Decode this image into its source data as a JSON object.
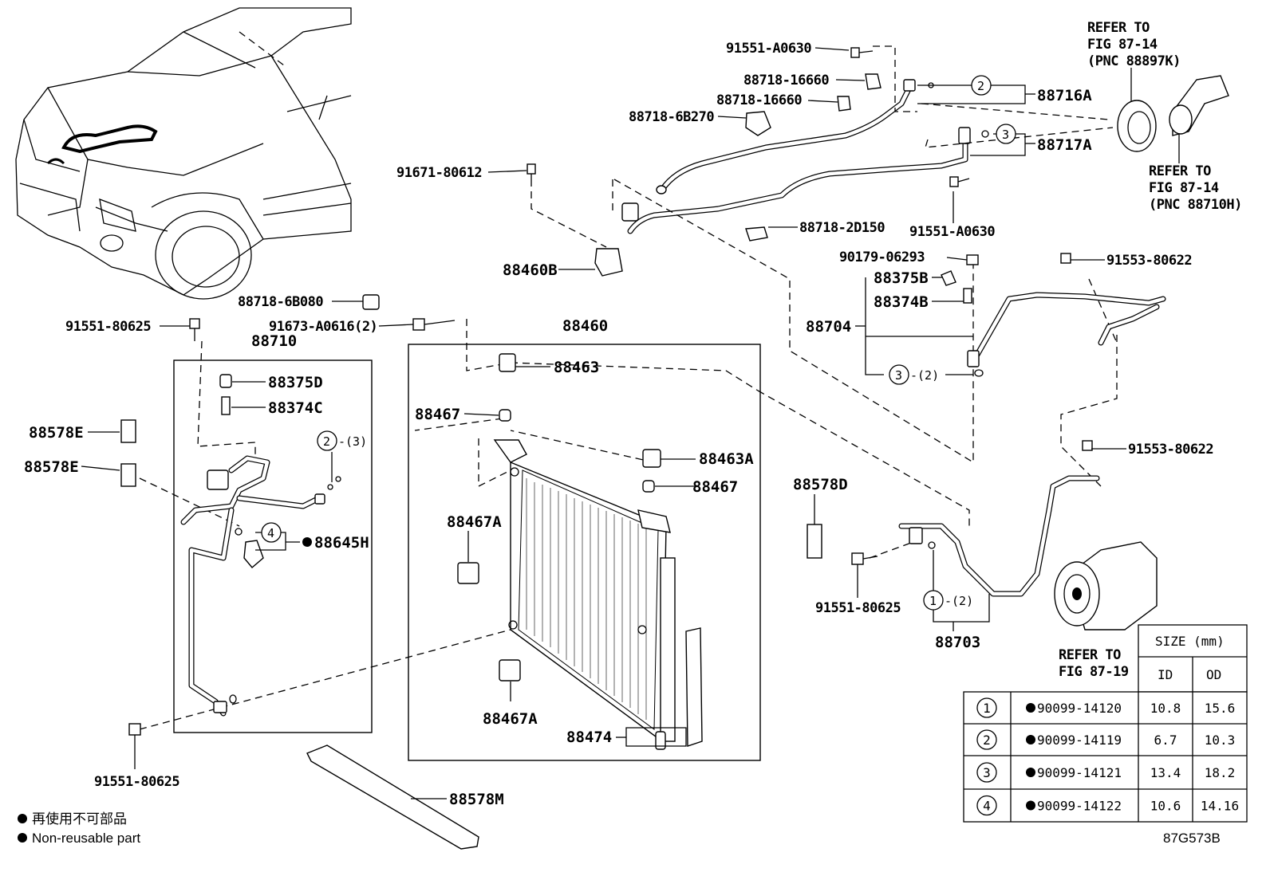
{
  "labels": {
    "p91551_A0630_top": "91551-A0630",
    "p88718_16660_a": "88718-16660",
    "p88718_16660_b": "88718-16660",
    "p88718_6B270": "88718-6B270",
    "p91671_80612": "91671-80612",
    "p88718_2D150": "88718-2D150",
    "p91551_A0630_mid": "91551-A0630",
    "p88716A": "88716A",
    "p88717A": "88717A",
    "p88460B": "88460B",
    "p88718_6B080": "88718-6B080",
    "p91551_80625_left": "91551-80625",
    "p91673_A0616": "91673-A0616(2)",
    "p88710": "88710",
    "p88460": "88460",
    "p88375D": "88375D",
    "p88374C": "88374C",
    "p88578E_a": "88578E",
    "p88578E_b": "88578E",
    "p88645H": "88645H",
    "p88463": "88463",
    "p88467_a": "88467",
    "p88463A": "88463A",
    "p88467_b": "88467",
    "p88467A_a": "88467A",
    "p88467A_b": "88467A",
    "p88474": "88474",
    "p88578M": "88578M",
    "p91551_80625_bottom": "91551-80625",
    "p90179_06293": "90179-06293",
    "p88375B": "88375B",
    "p88374B": "88374B",
    "p88704": "88704",
    "p91553_80622_a": "91553-80622",
    "p91553_80622_b": "91553-80622",
    "p88578D": "88578D",
    "p91551_80625_right": "91551-80625",
    "p88703": "88703",
    "qty_2_3": "-(3)",
    "qty_3_2": "-(2)",
    "qty_1_2": "-(2)"
  },
  "refs": {
    "ref1": [
      "REFER TO",
      "FIG 87-14",
      "(PNC 88897K)"
    ],
    "ref2": [
      "REFER TO",
      "FIG 87-14",
      "(PNC 88710H)"
    ],
    "ref3": [
      "REFER TO",
      "FIG 87-19"
    ]
  },
  "callouts": {
    "c1": "1",
    "c2": "2",
    "c3": "3",
    "c4": "4"
  },
  "size_table": {
    "header": "SIZE (mm)",
    "col_id": "ID",
    "col_od": "OD",
    "rows": [
      {
        "num": "1",
        "part": "90099-14120",
        "id": "10.8",
        "od": "15.6"
      },
      {
        "num": "2",
        "part": "90099-14119",
        "id": "6.7",
        "od": "10.3"
      },
      {
        "num": "3",
        "part": "90099-14121",
        "id": "13.4",
        "od": "18.2"
      },
      {
        "num": "4",
        "part": "90099-14122",
        "id": "10.6",
        "od": "14.16"
      }
    ]
  },
  "legend": {
    "jp": "再使用不可部品",
    "en": "Non-reusable part"
  },
  "figure_code": "87G573B"
}
